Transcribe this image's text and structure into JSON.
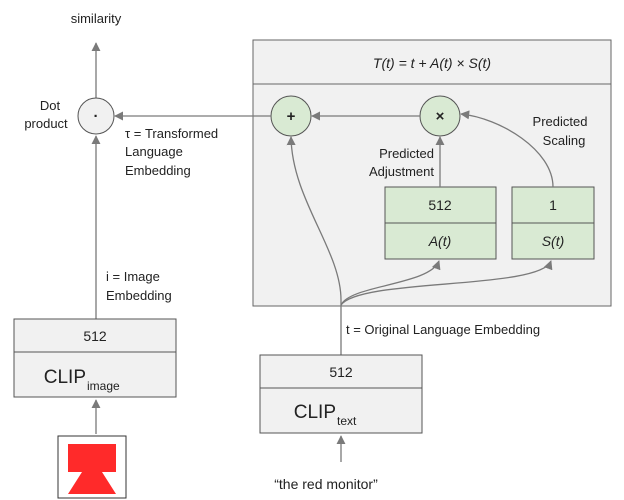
{
  "similarity_label": "similarity",
  "dot_product_label": [
    "Dot",
    "product"
  ],
  "dot_symbol": "·",
  "tau_label": [
    "τ = Transformed",
    "Language",
    "Embedding"
  ],
  "image_embedding_label": [
    "i = Image",
    "Embedding"
  ],
  "clip_image": {
    "dim": "512",
    "name": "CLIP",
    "subscript": "image"
  },
  "clip_text": {
    "dim": "512",
    "name": "CLIP",
    "subscript": "text"
  },
  "original_embedding_label": "t = Original Language Embedding",
  "text_input": "“the red monitor”",
  "transform_formula": "T(t) = t + A(t) × S(t)",
  "plus_symbol": "+",
  "times_symbol": "×",
  "predicted_adjustment": [
    "Predicted",
    "Adjustment"
  ],
  "predicted_scaling": [
    "Predicted",
    "Scaling"
  ],
  "adjust_box": {
    "dim": "512",
    "fn": "A(t)"
  },
  "scale_box": {
    "dim": "1",
    "fn": "S(t)"
  },
  "colors": {
    "gray_fill": "#f1f1f1",
    "green_fill": "#d9ead3",
    "border": "#555555",
    "arrow": "#7a7a7a",
    "monitor_red": "#ff2a2a"
  },
  "icons": {
    "input_image": "red-monitor-icon"
  }
}
